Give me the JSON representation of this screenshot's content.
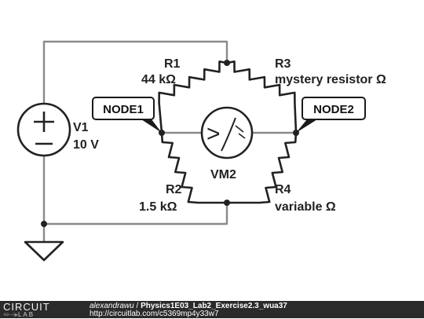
{
  "components": {
    "v1": {
      "name": "V1",
      "value": "10 V"
    },
    "r1": {
      "name": "R1",
      "value": "44 kΩ"
    },
    "r2": {
      "name": "R2",
      "value": "1.5 kΩ"
    },
    "r3": {
      "name": "R3",
      "value": "mystery resistor Ω"
    },
    "r4": {
      "name": "R4",
      "value": "variable Ω"
    },
    "vm2": {
      "name": "VM2",
      "symbol": ">"
    }
  },
  "nodes": {
    "node1": "NODE1",
    "node2": "NODE2"
  },
  "footer": {
    "logo_top": "CIRCUIT",
    "logo_bottom": "LAB",
    "author": "alexandrawu",
    "separator": "/",
    "project": "Physics1E03_Lab2_Exercise2.3_wua37",
    "url": "http://circuitlab.com/c5369mp4y33w7"
  },
  "colors": {
    "wire": "#8a8a8a",
    "component": "#222222",
    "footer_bg": "#2a2a2a"
  }
}
